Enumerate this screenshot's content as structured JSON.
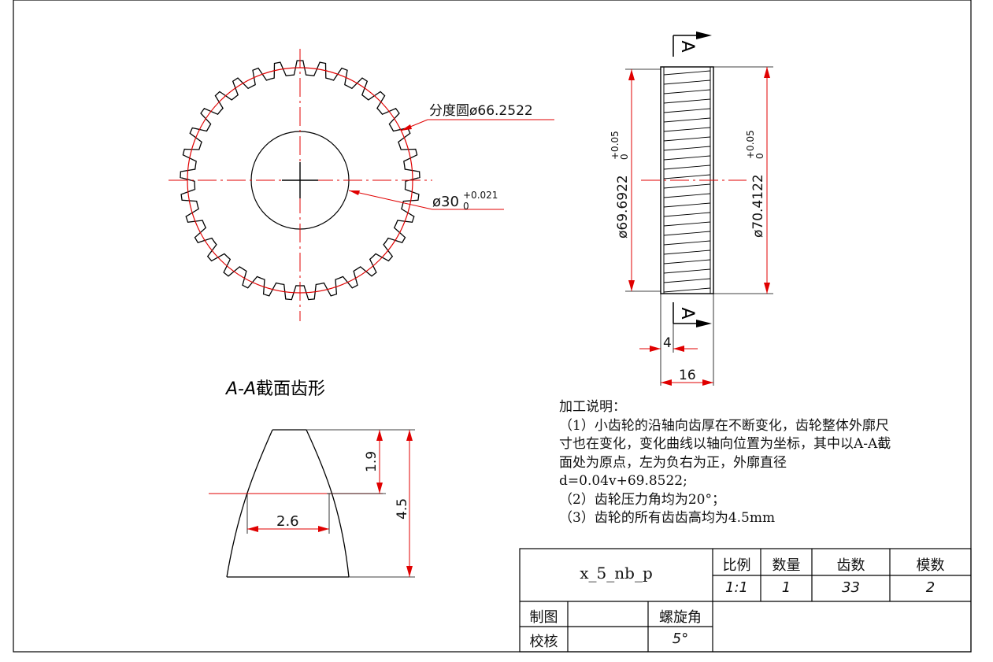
{
  "front_view": {
    "pitch_circle_label": "分度圆ø66.2522",
    "bore_label": "ø30",
    "bore_tol_upper": "+0.021",
    "bore_tol_lower": "0"
  },
  "side_view": {
    "section_mark": "A",
    "dia_left": "ø69.6922",
    "dia_right": "ø70.4122",
    "dia_tol_upper": "+0.05",
    "dia_tol_lower": "0",
    "dim_4": "4",
    "dim_16": "16"
  },
  "section": {
    "title_prefix": "A-A",
    "title_suffix": "截面齿形",
    "dim_top": "1.9",
    "dim_height": "4.5",
    "dim_width": "2.6"
  },
  "notes": {
    "heading": "加工说明：",
    "lines": [
      "（1）小齿轮的沿轴向齿厚在不断变化，齿轮整体外廓尺",
      "寸也在变化，变化曲线以轴向位置为坐标，其中以A-A截",
      "面处为原点，左为负右为正，外廓直径",
      "d=0.04v+69.8522;",
      "（2）齿轮压力角均为20°；",
      "（3）齿轮的所有齿齿高均为4.5mm"
    ]
  },
  "title_block": {
    "part_name": "x_5_nb_p",
    "headers": [
      "比例",
      "数量",
      "齿数",
      "模数"
    ],
    "values": [
      "1:1",
      "1",
      "33",
      "2"
    ],
    "drawn_label": "制图",
    "checked_label": "校核",
    "helix_label": "螺旋角",
    "helix_value": "5°"
  }
}
